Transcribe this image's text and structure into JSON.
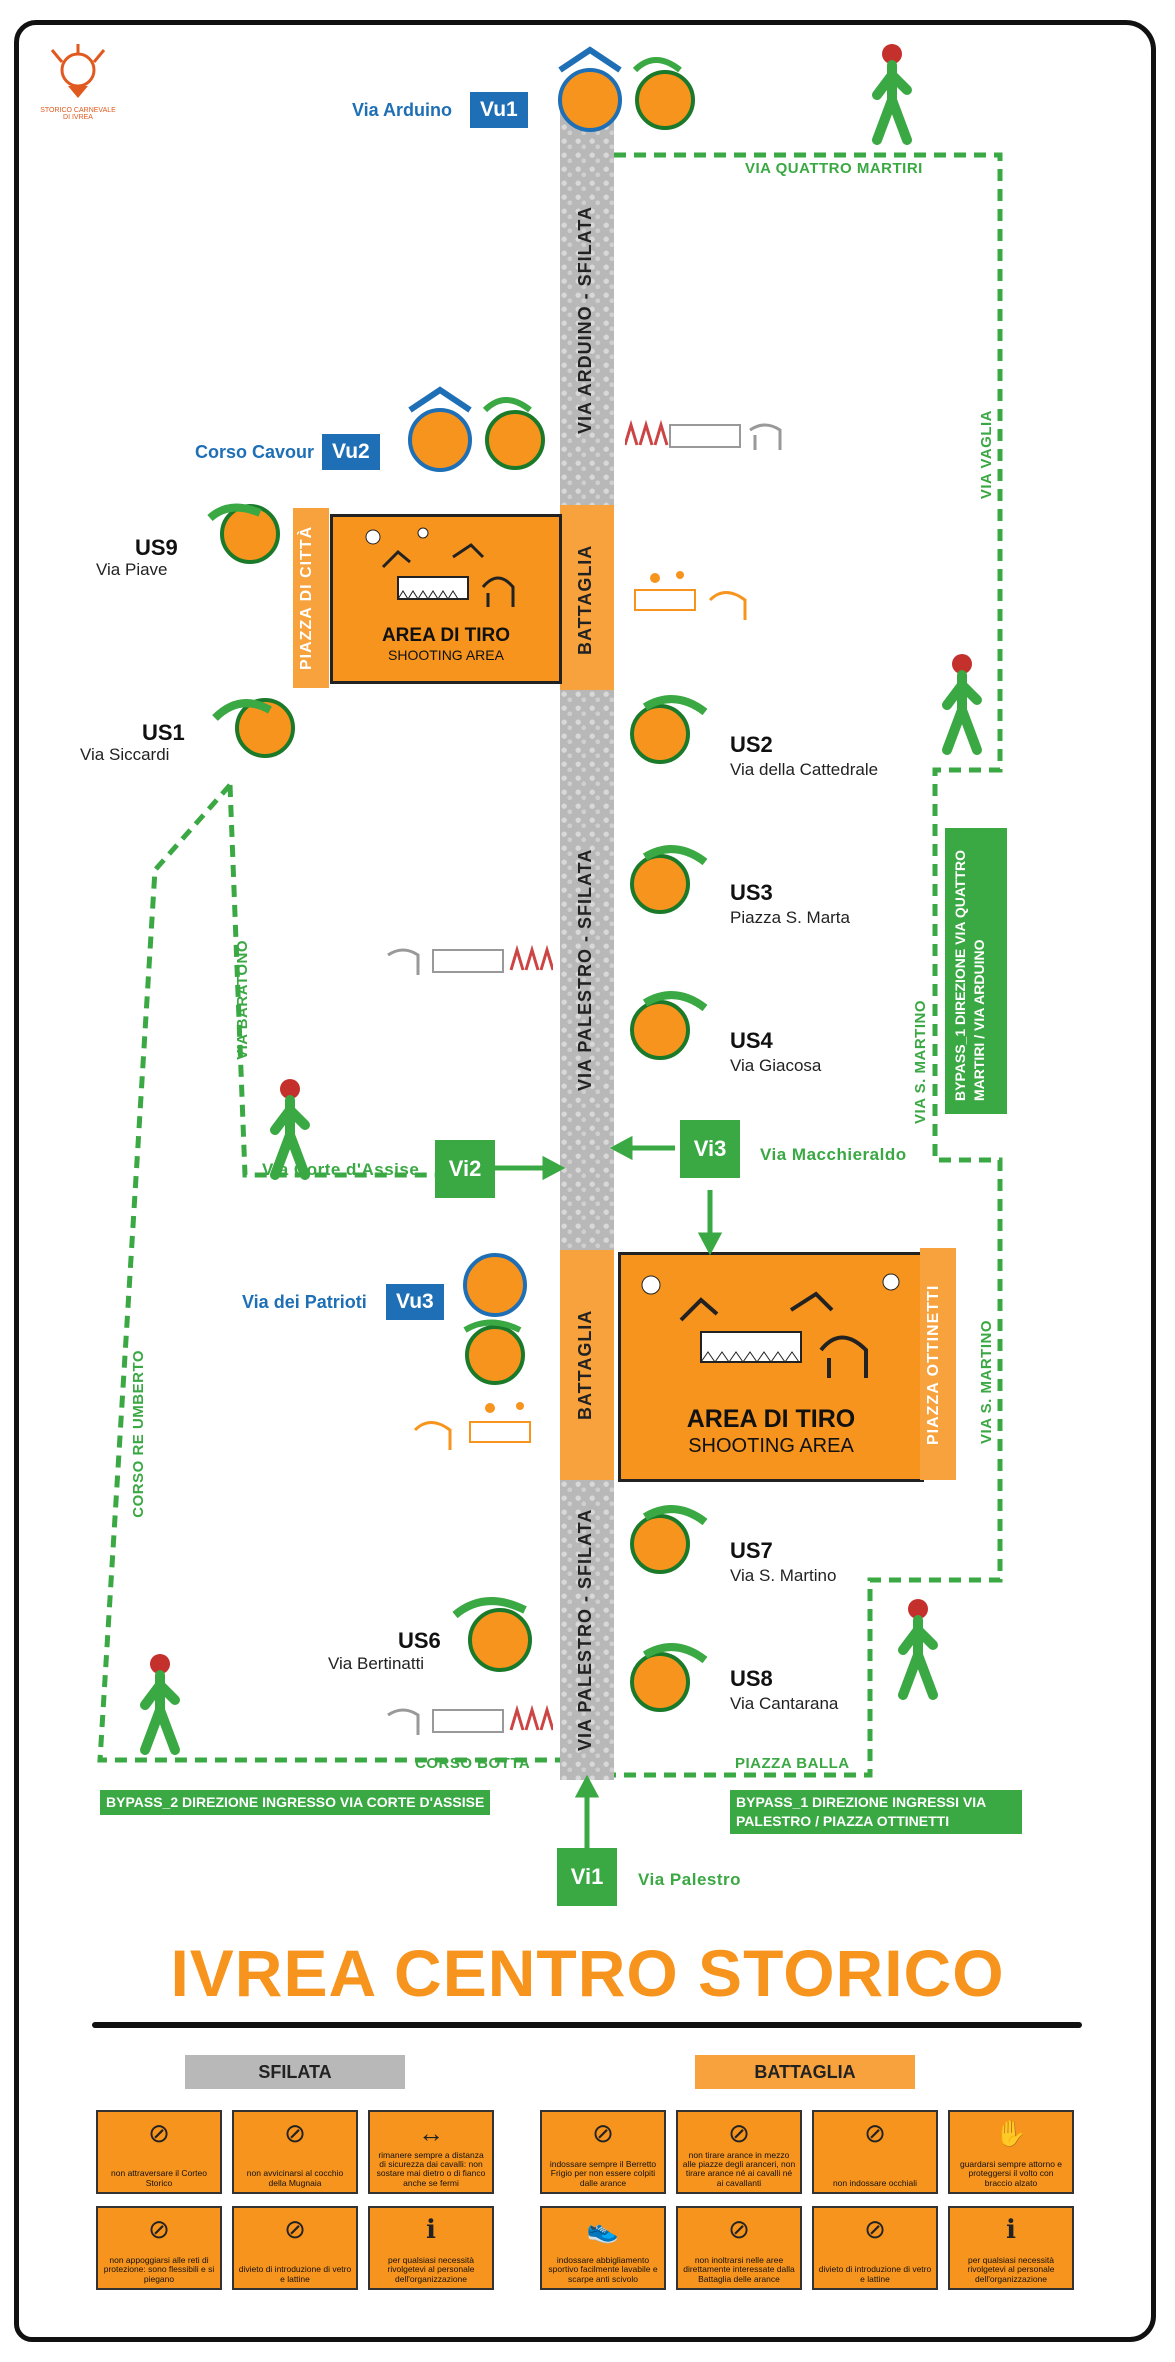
{
  "logo_text": "STORICO CARNEVALE DI IVREA",
  "title": "IVREA CENTRO STORICO",
  "colors": {
    "orange": "#f7941d",
    "green": "#3aa843",
    "blue": "#1e6fb5",
    "street": "#b8b8b8"
  },
  "streets": {
    "top_segment": "VIA ARDUINO - SFILATA",
    "mid_segment": "VIA PALESTRO - SFILATA",
    "bottom_segment": "VIA PALESTRO - SFILATA",
    "battaglia": "BATTAGLIA"
  },
  "areas": {
    "top": {
      "piazza": "PIAZZA DI CITTÀ",
      "title": "AREA DI TIRO",
      "subtitle": "SHOOTING AREA"
    },
    "bottom": {
      "piazza": "PIAZZA OTTINETTI",
      "title": "AREA DI TIRO",
      "subtitle": "SHOOTING AREA"
    }
  },
  "vu_gates": [
    {
      "code": "Vu1",
      "street": "Via Arduino"
    },
    {
      "code": "Vu2",
      "street": "Corso Cavour"
    },
    {
      "code": "Vu3",
      "street": "Via dei Patrioti"
    }
  ],
  "vi_gates": [
    {
      "code": "Vi1",
      "street": "Via Palestro"
    },
    {
      "code": "Vi2",
      "street": "Via Corte d'Assise"
    },
    {
      "code": "Vi3",
      "street": "Via Macchieraldo"
    }
  ],
  "us_exits": [
    {
      "code": "US9",
      "street": "Via Piave"
    },
    {
      "code": "US1",
      "street": "Via Siccardi"
    },
    {
      "code": "US2",
      "street": "Via della Cattedrale"
    },
    {
      "code": "US3",
      "street": "Piazza S. Marta"
    },
    {
      "code": "US4",
      "street": "Via Giacosa"
    },
    {
      "code": "US7",
      "street": "Via S. Martino"
    },
    {
      "code": "US6",
      "street": "Via Bertinatti"
    },
    {
      "code": "US8",
      "street": "Via Cantarana"
    }
  ],
  "green_routes": {
    "quattro_martiri": "VIA QUATTRO MARTIRI",
    "vaglia": "VIA VAGLIA",
    "baratono": "VIA BARATONO",
    "s_martino_1": "VIA S. MARTINO",
    "s_martino_2": "VIA S. MARTINO",
    "re_umberto": "CORSO RE UMBERTO",
    "botta": "CORSO BOTTA",
    "balla": "PIAZZA BALLA"
  },
  "bypass": {
    "bypass1_vertical": "BYPASS_1 DIREZIONE VIA QUATTRO MARTIRI / VIA ARDUINO",
    "bypass2": "BYPASS_2 DIREZIONE INGRESSO VIA CORTE D'ASSISE",
    "bypass1_bottom": "BYPASS_1 DIREZIONE INGRESSI VIA PALESTRO / PIAZZA OTTINETTI"
  },
  "legend": {
    "sfilata_label": "SFILATA",
    "battaglia_label": "BATTAGLIA",
    "sfilata_rules": [
      "non attraversare il Corteo Storico",
      "non avvicinarsi al cocchio della Mugnaia",
      "rimanere sempre a distanza di sicurezza dai cavalli: non sostare mai dietro o di fianco anche se fermi",
      "non appoggiarsi alle reti di protezione: sono flessibili e si piegano",
      "divieto di introduzione di vetro e lattine",
      "per qualsiasi necessità rivolgetevi al personale dell'organizzazione"
    ],
    "battaglia_rules": [
      "indossare sempre il Berretto Frigio per non essere colpiti dalle arance",
      "non tirare arance in mezzo alle piazze degli aranceri, non tirare arance né ai cavalli né ai cavallanti",
      "non indossare occhiali",
      "guardarsi sempre attorno e proteggersi il volto con braccio alzato",
      "indossare abbigliamento sportivo facilmente lavabile e scarpe anti scivolo",
      "non inoltrarsi nelle aree direttamente interessate dalla Battaglia delle arance",
      "divieto di introduzione di vetro e lattine",
      "per qualsiasi necessità rivolgetevi al personale dell'organizzazione"
    ]
  }
}
